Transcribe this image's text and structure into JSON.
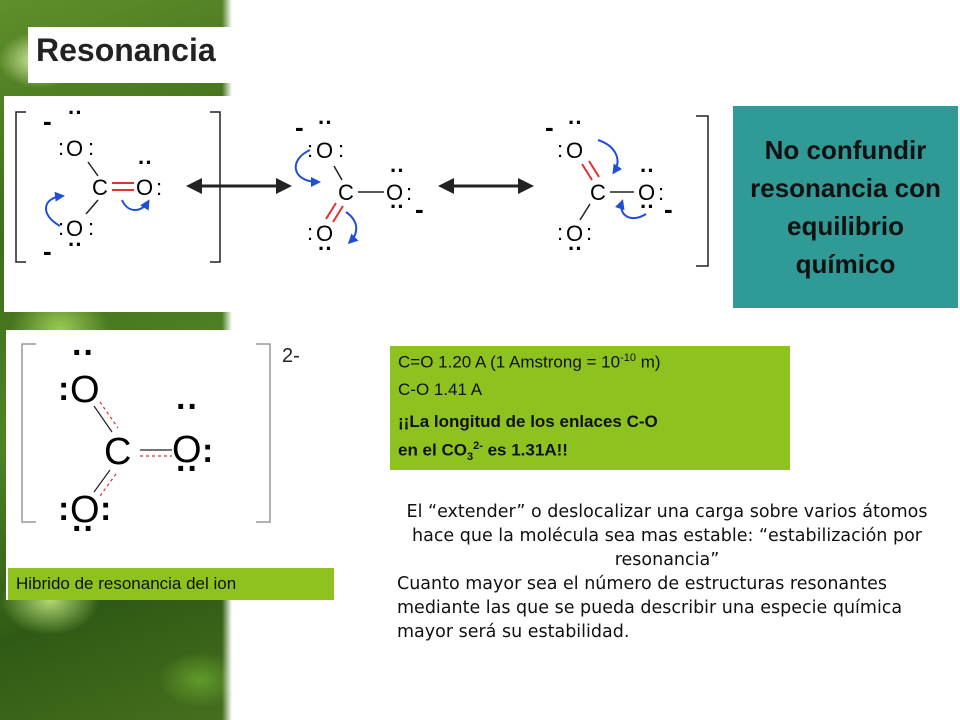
{
  "title": "Resonancia",
  "note_box": {
    "text": "No confundir resonancia con equilibrio químico",
    "color": "#2f9a96"
  },
  "bond_info": {
    "line1_pre": "C=O  1.20 A (1 Amstrong = 10",
    "line1_exp": "-10",
    "line1_post": " m)",
    "line2": " C-O  1.41 A",
    "line3": "¡¡La longitud de los enlaces C-O",
    "line4_pre": "en el CO",
    "line4_sub": "3",
    "line4_sup": "2-",
    "line4_post": " es 1.31A!!",
    "color": "#8dc21f"
  },
  "hybrid_label": "Hibrido de resonancia del ion",
  "charge_label": "2-",
  "atoms": {
    "carbon": "C",
    "oxygen": "O",
    "lone_pair": ":",
    "minus": "-"
  },
  "paragraph1": "El “extender” o deslocalizar una carga sobre varios átomos hace que la molécula sea mas estable: “estabilización por resonancia”",
  "paragraph2": "Cuanto mayor sea el número de estructuras resonantes mediante las que se pueda describir una especie química mayor será su estabilidad.",
  "colors": {
    "double_bond": "#e03030",
    "arrow": "#1f4fd8",
    "bond": "#222222"
  }
}
